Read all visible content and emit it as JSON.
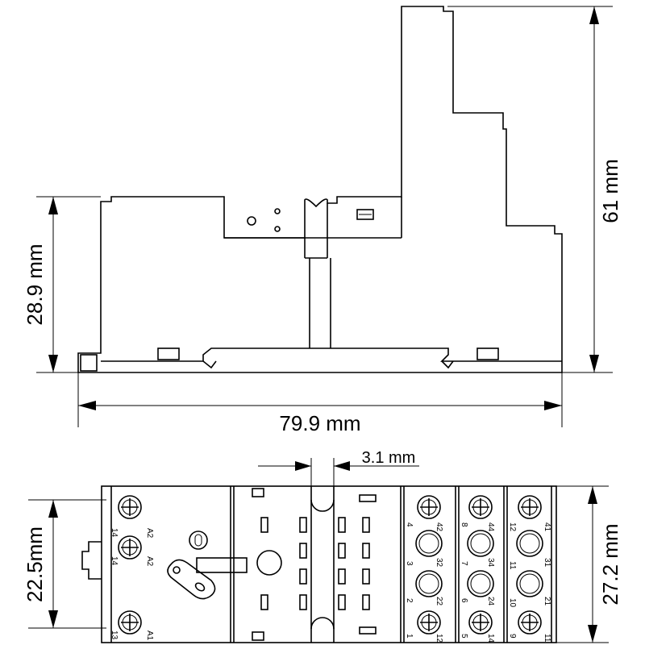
{
  "dimensions": {
    "side_height": "28.9 mm",
    "total_height": "61 mm",
    "width": "79.9 mm",
    "pitch": "3.1 mm",
    "top_height_left": "22.5mm",
    "top_height_right": "27.2 mm"
  },
  "terminals": {
    "left_block": [
      "A2",
      "14",
      "A2",
      "14",
      "A1",
      "13"
    ],
    "block1": [
      "42",
      "4",
      "3",
      "32",
      "2",
      "22",
      "1",
      "12"
    ],
    "block2": [
      "44",
      "8",
      "7",
      "34",
      "6",
      "24",
      "5",
      "14"
    ],
    "block3": [
      "41",
      "12",
      "11",
      "31",
      "10",
      "21",
      "9",
      "11"
    ]
  }
}
